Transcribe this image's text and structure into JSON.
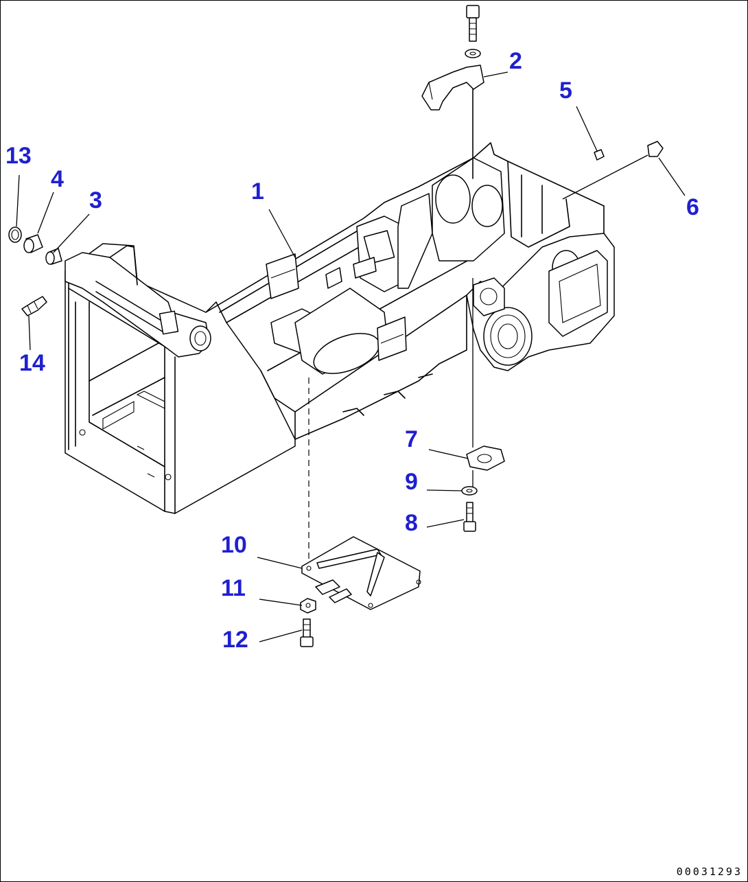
{
  "figure_code": "00031293",
  "callouts": [
    {
      "id": "1",
      "label": "1"
    },
    {
      "id": "2",
      "label": "2"
    },
    {
      "id": "3",
      "label": "3"
    },
    {
      "id": "4",
      "label": "4"
    },
    {
      "id": "5",
      "label": "5"
    },
    {
      "id": "6",
      "label": "6"
    },
    {
      "id": "7",
      "label": "7"
    },
    {
      "id": "8",
      "label": "8"
    },
    {
      "id": "9",
      "label": "9"
    },
    {
      "id": "10",
      "label": "10"
    },
    {
      "id": "11",
      "label": "11"
    },
    {
      "id": "12",
      "label": "12"
    },
    {
      "id": "13",
      "label": "13"
    },
    {
      "id": "14",
      "label": "14"
    }
  ],
  "colors": {
    "callout": "#1f1fd0",
    "line": "#000000",
    "background": "#ffffff"
  }
}
